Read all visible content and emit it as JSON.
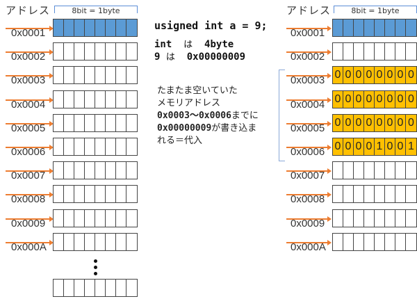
{
  "left_panel": {
    "address_header": "アドレス",
    "byte_label": "8bit = 1byte",
    "rows": [
      {
        "address": "0x0001",
        "fill": "blue",
        "bits": [
          "",
          "",
          "",
          "",
          "",
          "",
          "",
          ""
        ]
      },
      {
        "address": "0x0002",
        "fill": "white",
        "bits": [
          "",
          "",
          "",
          "",
          "",
          "",
          "",
          ""
        ]
      },
      {
        "address": "0x0003",
        "fill": "white",
        "bits": [
          "",
          "",
          "",
          "",
          "",
          "",
          "",
          ""
        ]
      },
      {
        "address": "0x0004",
        "fill": "white",
        "bits": [
          "",
          "",
          "",
          "",
          "",
          "",
          "",
          ""
        ]
      },
      {
        "address": "0x0005",
        "fill": "white",
        "bits": [
          "",
          "",
          "",
          "",
          "",
          "",
          "",
          ""
        ]
      },
      {
        "address": "0x0006",
        "fill": "white",
        "bits": [
          "",
          "",
          "",
          "",
          "",
          "",
          "",
          ""
        ]
      },
      {
        "address": "0x0007",
        "fill": "white",
        "bits": [
          "",
          "",
          "",
          "",
          "",
          "",
          "",
          ""
        ]
      },
      {
        "address": "0x0008",
        "fill": "white",
        "bits": [
          "",
          "",
          "",
          "",
          "",
          "",
          "",
          ""
        ]
      },
      {
        "address": "0x0009",
        "fill": "white",
        "bits": [
          "",
          "",
          "",
          "",
          "",
          "",
          "",
          ""
        ]
      },
      {
        "address": "0x000A",
        "fill": "white",
        "bits": [
          "",
          "",
          "",
          "",
          "",
          "",
          "",
          ""
        ]
      }
    ],
    "trailing_row": {
      "fill": "white",
      "bits": [
        "",
        "",
        "",
        "",
        "",
        "",
        "",
        ""
      ]
    }
  },
  "middle": {
    "code_line": "usigned int a = 9;",
    "size_line": {
      "type": "int",
      "particle": "は",
      "size": "4byte"
    },
    "value_line": {
      "value": "9",
      "particle": "は",
      "hex": "0x00000009"
    },
    "note": {
      "line1": "たまたま空いていた",
      "line2": "メモリアドレス",
      "line3_range": "0x0003～0x0006",
      "line3_rest": "までに",
      "line4_value": "0x00000009",
      "line4_rest": "が書き込ま",
      "line5": "れる＝代入"
    }
  },
  "right_panel": {
    "address_header": "アドレス",
    "byte_label": "8bit = 1byte",
    "rows": [
      {
        "address": "0x0001",
        "fill": "blue",
        "bits": [
          "",
          "",
          "",
          "",
          "",
          "",
          "",
          ""
        ]
      },
      {
        "address": "0x0002",
        "fill": "white",
        "bits": [
          "",
          "",
          "",
          "",
          "",
          "",
          "",
          ""
        ]
      },
      {
        "address": "0x0003",
        "fill": "yellow",
        "bits": [
          "0",
          "0",
          "0",
          "0",
          "0",
          "0",
          "0",
          "0"
        ]
      },
      {
        "address": "0x0004",
        "fill": "yellow",
        "bits": [
          "0",
          "0",
          "0",
          "0",
          "0",
          "0",
          "0",
          "0"
        ]
      },
      {
        "address": "0x0005",
        "fill": "yellow",
        "bits": [
          "0",
          "0",
          "0",
          "0",
          "0",
          "0",
          "0",
          "0"
        ]
      },
      {
        "address": "0x0006",
        "fill": "yellow",
        "bits": [
          "0",
          "0",
          "0",
          "0",
          "1",
          "0",
          "0",
          "1"
        ]
      },
      {
        "address": "0x0007",
        "fill": "white",
        "bits": [
          "",
          "",
          "",
          "",
          "",
          "",
          "",
          ""
        ]
      },
      {
        "address": "0x0008",
        "fill": "white",
        "bits": [
          "",
          "",
          "",
          "",
          "",
          "",
          "",
          ""
        ]
      },
      {
        "address": "0x0009",
        "fill": "white",
        "bits": [
          "",
          "",
          "",
          "",
          "",
          "",
          "",
          ""
        ]
      },
      {
        "address": "0x000A",
        "fill": "white",
        "bits": [
          "",
          "",
          "",
          "",
          "",
          "",
          "",
          ""
        ]
      }
    ]
  },
  "colors": {
    "used_byte": "#5b9bd5",
    "assigned_byte": "#ffc000",
    "arrow": "#ed7d31",
    "brace": "#5b8dd6"
  }
}
